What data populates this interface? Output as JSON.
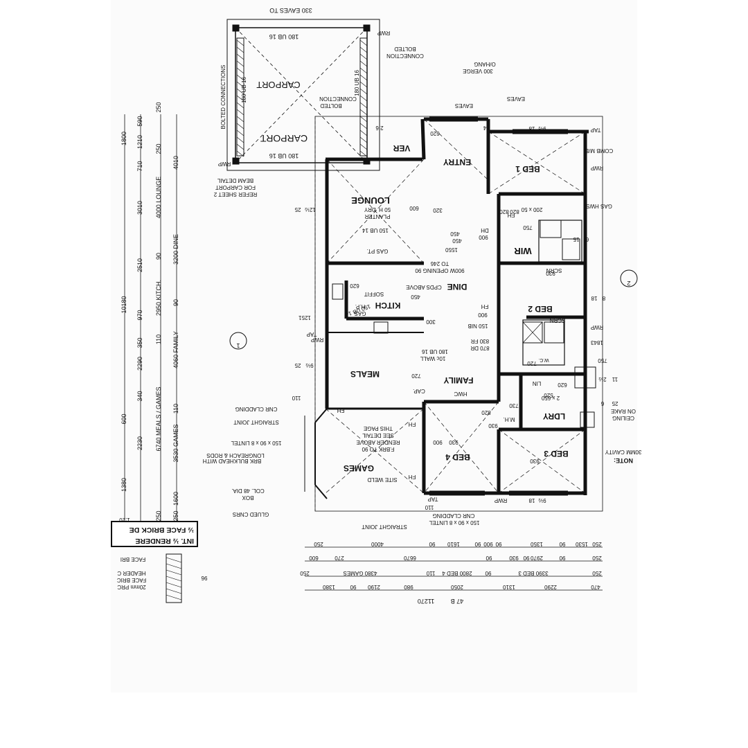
{
  "rooms": {
    "carport": "CARPORT",
    "entry": "ENTRY",
    "bed1": "BED 1",
    "lounge": "LOUNGE",
    "wir": "WIR",
    "dine": "DINE",
    "kitch": "KITCH",
    "bed2": "BED 2",
    "meals": "MEALS",
    "family": "FAMILY",
    "ldry": "LDRY",
    "games": "GAMES",
    "bed4": "BED 4",
    "bed3": "BED 3",
    "ver": "VER",
    "lin": "LIN",
    "wc": "W.C."
  },
  "notes": {
    "eaves_carport": "330 EAVES TO",
    "carport_word": "CARPORT",
    "rwp": "RWP",
    "bolted_connection": "BOLTED",
    "bolted_connection2": "CONNECTION",
    "bolted_connections": "BOLTED CONNECTIONS",
    "ub_180_16": "180 UB 16",
    "beam_detail": "BEAM DETAIL",
    "for_carport": "FOR CARPORT",
    "refer_sheet": "REFER SHEET 2",
    "verge": "300 VERGE",
    "ohang": "O/HANG",
    "eaves": "EAVES",
    "tap": "TAP",
    "comb_mb": "COMB M/B",
    "gas_hws": "GAS HWS",
    "scrn": "SCRN",
    "fh": "FH",
    "dh": "DH",
    "planter": "PLANTER",
    "dry_planter": "50 H. DRY",
    "ub_150_14": "150 UB 14",
    "gas_pt": "GAS PT.",
    "opening": "900W OPENING 90",
    "to_246": "TO 246",
    "cpds_above": "CPDS ABOVE",
    "soffit": "SOFFIT",
    "hp": "H.P.",
    "gas": "GAS",
    "nib_150": "150 NIB",
    "fr_830": "830 FR",
    "dr_870": "870 DR",
    "wall_10c": "10c WALL",
    "cap": "CAP.",
    "hwc": "HWC",
    "cnr_cladding": "CNR CLADDING",
    "straight_joint": "STRAIGHT JOINT",
    "lintel": "150 x 90 x 8 LINTEL",
    "brk_bulkhead": "BRK BULKHEAD WITH",
    "longreach": "LONGREACH & RODS",
    "fbrk": "F.BRK TO 90",
    "render_above": "RENDER ABOVE",
    "see_detail": "SEE DETAIL",
    "this_page": "THIS PAGE",
    "site_weld": "SITE WELD",
    "col_48": "COL. 48 DIA.",
    "box": "BOX",
    "glued_cnrs": "GLUED CNRS",
    "ceiling": "CEILING",
    "on_rake": "ON RAKE",
    "note": "NOTE:",
    "cavity": "30MM CAVITY",
    "mh": "M.H.",
    "int_render": "INT. ½ RENDERE",
    "face_brick_de": "½ FACE BRICK DE",
    "face_bri": "FACE BRI",
    "header_c": "HEADER C",
    "face_bric2": "FACE BRIC",
    "mm_prc": "20mm PRC",
    "vent_1": "1",
    "vent_2": "2"
  },
  "dimensions": {
    "left_outer": [
      "1800",
      "10180",
      "600",
      "1380"
    ],
    "left_mid": [
      "590",
      "1210",
      "710",
      "3010",
      "2510",
      "970",
      "350",
      "2290",
      "340",
      "2230"
    ],
    "left_inner": [
      "250",
      "250",
      "4000 LOUNGE",
      "90",
      "2950 KITCH.",
      "110",
      "6740 MEALS / GAMES",
      "250"
    ],
    "left_far": [
      "4010",
      "3200 DINE",
      "90",
      "4060 FAMILY",
      "110",
      "3530 GAMES",
      "1600",
      "250"
    ],
    "bottom_row1": [
      "250",
      "4000",
      "90",
      "1610",
      "90",
      "900",
      "90",
      "1350",
      "90",
      "1530",
      "250"
    ],
    "bottom_row2": [
      "600",
      "270",
      "6670",
      "90",
      "930",
      "90",
      "2970",
      "90",
      "250"
    ],
    "bottom_row3": [
      "250",
      "4380 GAMES",
      "110",
      "2800 BED 4",
      "90",
      "3390 BED 3",
      "250"
    ],
    "bottom_row4": [
      "1380",
      "90",
      "2190",
      "980",
      "2050",
      "1310",
      "2290",
      "470"
    ],
    "bottom_total": [
      "11270",
      "47 B"
    ],
    "room_misc": [
      "820",
      "820",
      "750",
      "450",
      "450",
      "320",
      "600",
      "900",
      "1550",
      "930",
      "620",
      "620",
      "730",
      "520",
      "450",
      "900",
      "300",
      "720",
      "720",
      "620",
      "820",
      "930",
      "930",
      "900",
      "930",
      "750",
      "1843"
    ],
    "pitch": [
      "25",
      "12½",
      "25",
      "9½",
      "25",
      "6",
      "11",
      "2½",
      "15",
      "6",
      "18",
      "9½",
      "18",
      "8",
      "18",
      "9½"
    ],
    "misc": [
      "4",
      "2.6",
      "1251",
      "200 x 50",
      "2 x 650",
      "180 UB 16",
      "110",
      "110",
      "1:20",
      "96"
    ]
  }
}
